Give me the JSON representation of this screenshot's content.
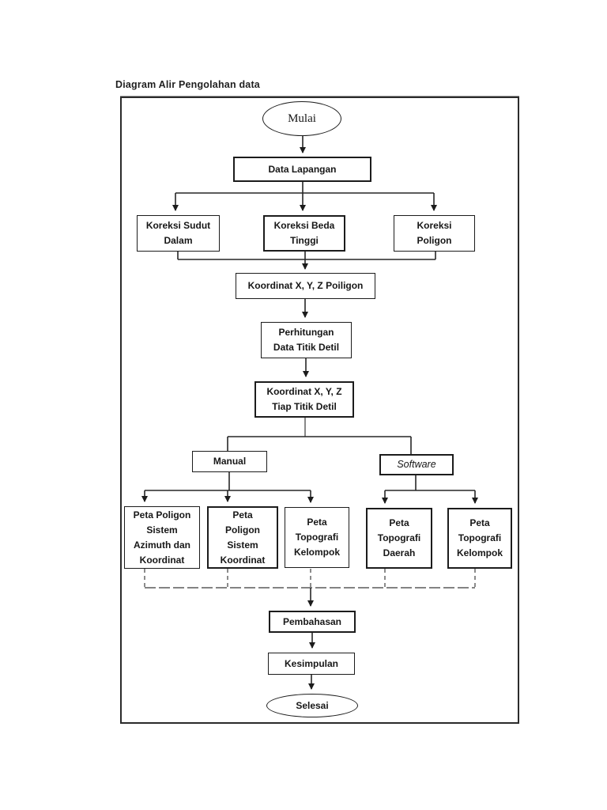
{
  "title": "Diagram Alir Pengolahan data",
  "diagram": {
    "nodes": {
      "start": {
        "label": "Mulai"
      },
      "data_lapangan": {
        "label": "Data Lapangan"
      },
      "koreksi_sudut": {
        "label": "Koreksi Sudut\nDalam"
      },
      "koreksi_beda": {
        "label": "Koreksi Beda\nTinggi"
      },
      "koreksi_poligon": {
        "label": "Koreksi\nPoligon"
      },
      "koordinat_poligon": {
        "label": "Koordinat X, Y, Z Poiligon"
      },
      "perhitungan": {
        "label": "Perhitungan\nData Titik Detil"
      },
      "koordinat_detil": {
        "label": "Koordinat X, Y, Z\nTiap Titik Detil"
      },
      "manual": {
        "label": "Manual"
      },
      "software": {
        "label": "Software"
      },
      "peta_poligon_azimuth": {
        "label": "Peta Poligon\nSistem\nAzimuth dan\nKoordinat"
      },
      "peta_poligon_koordinat": {
        "label": "Peta\nPoligon\nSistem\nKoordinat"
      },
      "peta_topografi_kelompok_manual": {
        "label": "Peta\nTopografi\nKelompok"
      },
      "peta_topografi_daerah": {
        "label": "Peta\nTopografi\nDaerah"
      },
      "peta_topografi_kelompok_software": {
        "label": "Peta\nTopografi\nKelompok"
      },
      "pembahasan": {
        "label": "Pembahasan"
      },
      "kesimpulan": {
        "label": "Kesimpulan"
      },
      "end": {
        "label": "Selesai"
      }
    },
    "colors": {
      "line": "#262626",
      "dashed_line": "#5a5a5a",
      "box_border": "#1c1c1c",
      "text": "#171717",
      "background": "#ffffff"
    }
  }
}
